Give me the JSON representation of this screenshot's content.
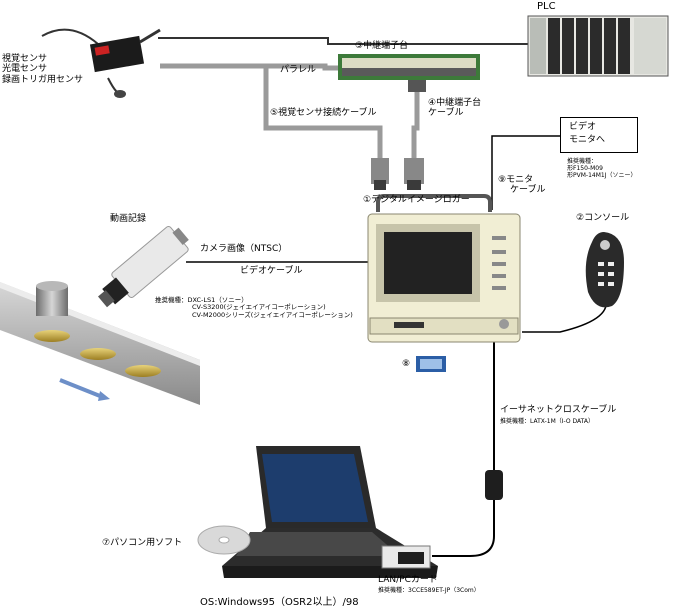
{
  "sensor": {
    "lines": [
      "視覚センサ",
      "光電センサ",
      "録画トリガ用センサ"
    ]
  },
  "plc": {
    "label": "PLC"
  },
  "terminal": {
    "label": "③中継端子台"
  },
  "parallel": {
    "label": "パラレル"
  },
  "terminal_cable": {
    "lines": [
      "④中継端子台",
      "ケーブル"
    ]
  },
  "vision_cable": {
    "label": "⑤視覚センサ接続ケーブル"
  },
  "video_monitor_box": {
    "lines": [
      "ビデオ",
      "モニタへ"
    ]
  },
  "monitor_recommended": {
    "lines": [
      "推奨機種：",
      "形F150-M09",
      "形PVM-14M1J（ソニー）"
    ]
  },
  "monitor_cable": {
    "lines": [
      "⑨モニタ",
      "ケーブル"
    ]
  },
  "logger": {
    "label": "①デジタルイメージロガー"
  },
  "console": {
    "label": "②コンソール"
  },
  "video_record": {
    "label": "動画記録"
  },
  "camera_image": {
    "label": "カメラ画像（NTSC）"
  },
  "video_cable": {
    "label": "ビデオケーブル"
  },
  "camera_recommended": {
    "lines": [
      "推奨機種：DXC-LS1（ソニー）",
      "CV-S3200(ジェイエイアイコーポレーション)",
      "CV-M2000シリーズ(ジェイエイアイコーポレーション)"
    ]
  },
  "item8": {
    "label": "⑧"
  },
  "ethernet_cable": {
    "label": "イーサネットクロスケーブル",
    "recommended": "推奨機種：LATX-1M（I-O DATA）"
  },
  "pc_software": {
    "label": "⑦パソコン用ソフト"
  },
  "lan_card": {
    "label": "LAN/PCカード",
    "recommended": "推奨機種：3CCE589ET-JP（3Com）"
  },
  "os": {
    "label": "OS:Windows95（OSR2以上）/98"
  },
  "colors": {
    "cable": "#9a9a9a",
    "line": "#000000",
    "device": "#f1eed4",
    "screen": "#222222"
  }
}
